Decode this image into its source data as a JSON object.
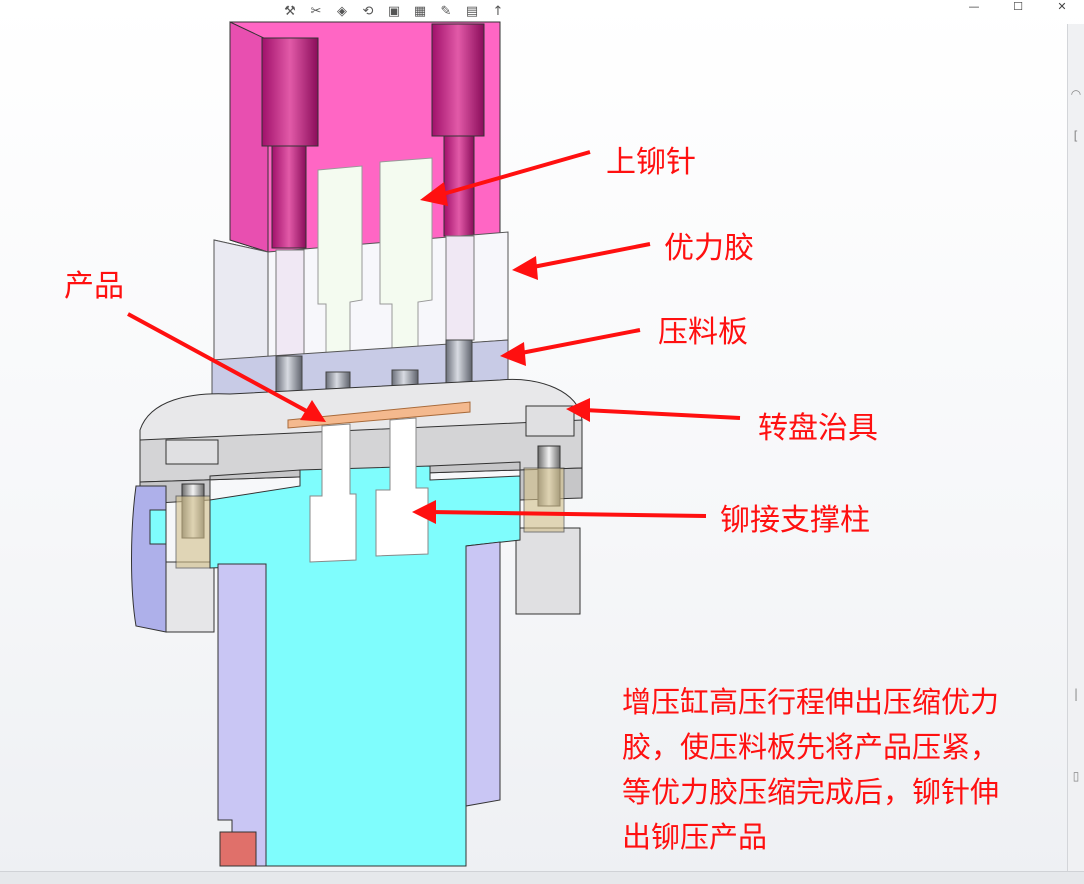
{
  "window": {
    "minimize_glyph": "—",
    "maximize_glyph": "☐",
    "close_glyph": "✕"
  },
  "toolbar_icons": [
    "wrench-icon",
    "scissors-icon",
    "view-icon",
    "rotate-icon",
    "cube-icon",
    "grid-icon",
    "lamp-icon",
    "camera-icon",
    "pin-icon"
  ],
  "colors": {
    "annotation": "#ff1010",
    "upper_block": "#ff66c4",
    "polyurethane": "#f4f4f8",
    "pressure_plate": "#c8cbe6",
    "turntable": "#d9d9d9",
    "support_base": "#7ffdfd",
    "side_block": "#c9c6f4",
    "product": "#f4b98e"
  },
  "labels": {
    "upper_rivet_pin": "上铆针",
    "polyurethane": "优力胶",
    "pressure_plate": "压料板",
    "product": "产品",
    "turntable_fixture": "转盘治具",
    "rivet_support_post": "铆接支撑柱"
  },
  "note": "增压缸高压行程伸出压缩优力\n胶，使压料板先将产品压紧，\n等优力胶压缩完成后，铆针伸\n出铆压产品"
}
